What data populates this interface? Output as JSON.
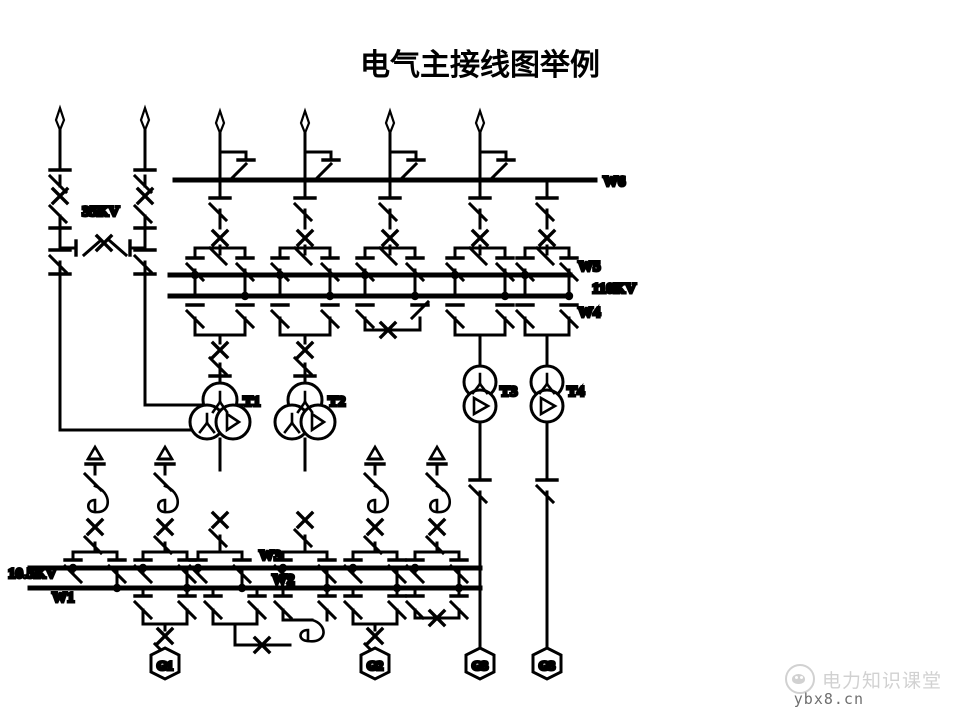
{
  "title": "电气主接线图举例",
  "voltage_labels": {
    "v35": "35KV",
    "v110": "110KV",
    "v105": "10.5KV"
  },
  "bus_labels": {
    "w1": "W1",
    "w2": "W2",
    "w3": "W3",
    "w4": "W4",
    "w5": "W5",
    "w6": "W6"
  },
  "transformers": [
    {
      "id": "T1",
      "label": "T1",
      "type": "three-winding"
    },
    {
      "id": "T2",
      "label": "T2",
      "type": "three-winding"
    },
    {
      "id": "T3",
      "label": "T3",
      "type": "two-winding"
    },
    {
      "id": "T4",
      "label": "T4",
      "type": "two-winding"
    }
  ],
  "generators": [
    {
      "id": "G1",
      "label": "G1"
    },
    {
      "id": "G2",
      "label": "G2"
    },
    {
      "id": "G3a",
      "label": "G3"
    },
    {
      "id": "G3b",
      "label": "G3"
    }
  ],
  "watermark": {
    "brand": "电力知识课堂",
    "url": "ybx8.cn"
  },
  "colors": {
    "line": "#000000",
    "background": "#ffffff",
    "watermark": "#9a9a9a"
  },
  "diagram": {
    "type": "single-line-electrical-diagram",
    "voltage_levels": [
      "35KV",
      "110KV",
      "10.5KV"
    ],
    "bus_count": 6,
    "transformer_count": 4,
    "generator_count": 4
  }
}
